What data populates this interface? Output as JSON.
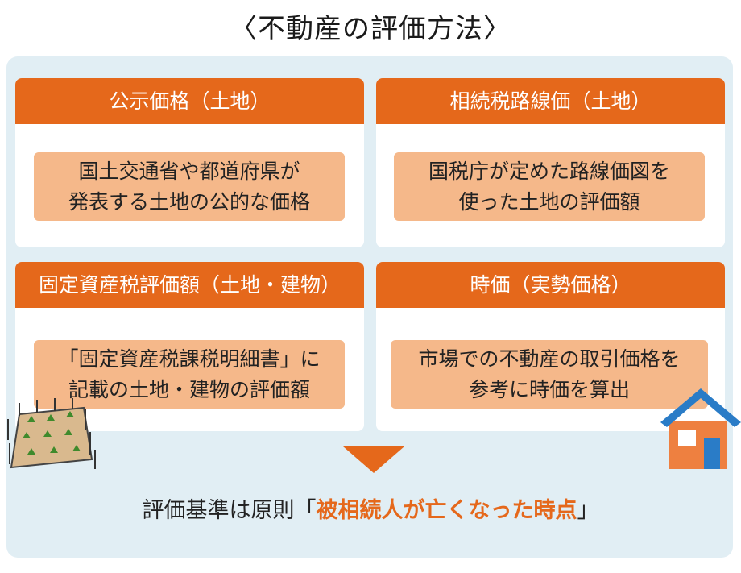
{
  "title": "〈不動産の評価方法〉",
  "colors": {
    "accent": "#e5681b",
    "box": "#f5b88a",
    "panel": "#e1eef4",
    "house_roof": "#2a7cc7",
    "house_wall": "#ee8040"
  },
  "cards": [
    {
      "header": "公示価格（土地）",
      "lines": [
        "国土交通省や都道府県が",
        "発表する土地の公的な価格"
      ]
    },
    {
      "header": "相続税路線価（土地）",
      "lines": [
        "国税庁が定めた路線価図を",
        "使った土地の評価額"
      ]
    },
    {
      "header": "固定資産税評価額（土地・建物）",
      "lines": [
        "「固定資産税課税明細書」に",
        "記載の土地・建物の評価額"
      ]
    },
    {
      "header": "時価（実勢価格）",
      "lines": [
        "市場での不動産の取引価格を",
        "参考に時価を算出"
      ]
    }
  ],
  "footer": {
    "prefix": "評価基準は原則「",
    "highlight": "被相続人が亡くなった時点",
    "suffix": "」"
  },
  "icons": {
    "left": "fenced-land-icon",
    "right": "house-icon"
  }
}
